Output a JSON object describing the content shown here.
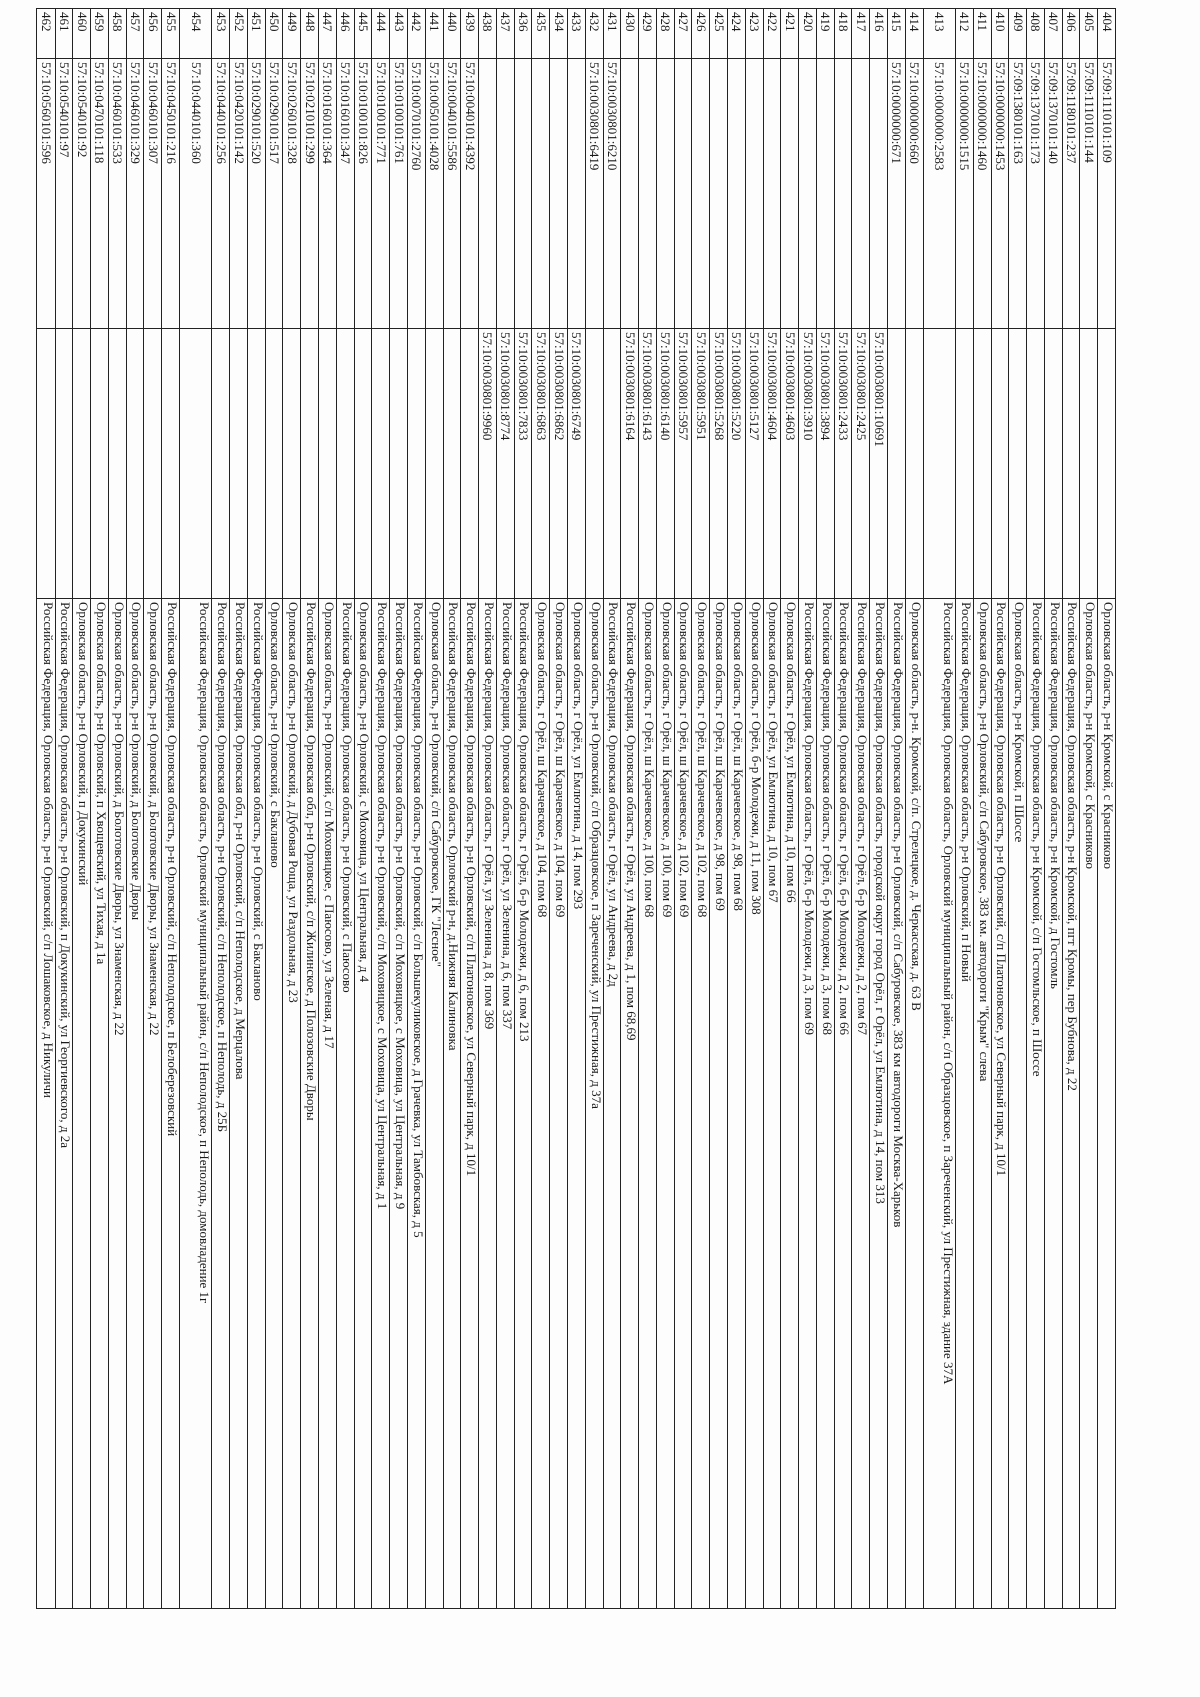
{
  "rows": [
    {
      "num": "404",
      "kn": "57:09:1110101:109",
      "kn2": "",
      "addr": "Орловская область, р-н Кромской, с Красниково"
    },
    {
      "num": "405",
      "kn": "57:09:1110101:144",
      "kn2": "",
      "addr": "Орловская область, р-н Кромской, с Красниково"
    },
    {
      "num": "406",
      "kn": "57:09:1180101:237",
      "kn2": "",
      "addr": "Российская Федерация, Орловская область, р-н Кромской, пгт Кромы, пер Бубнова, д 22"
    },
    {
      "num": "407",
      "kn": "57:09:1370101:140",
      "kn2": "",
      "addr": "Российская Федерация, Орловская область, р-н Кромской, д Гостомль"
    },
    {
      "num": "408",
      "kn": "57:09:1370101:173",
      "kn2": "",
      "addr": "Российская Федерация, Орловская область, р-н Кромской, с/п Гостомльское, п Шоссе"
    },
    {
      "num": "409",
      "kn": "57:09:1380101:163",
      "kn2": "",
      "addr": "Орловская область, р-н Кромской, п Шоссе"
    },
    {
      "num": "410",
      "kn": "57:10:0000000:1453",
      "kn2": "",
      "addr": "Российская Федерация, Орловская область, р-н Орловский, с/п Платоновское, ул Северный парк, д 10/1"
    },
    {
      "num": "411",
      "kn": "57:10:0000000:1460",
      "kn2": "",
      "addr": "Орловская область, р-н Орловский, с/п Сабуровское, 383 км. автодороги \"Крым\" слева"
    },
    {
      "num": "412",
      "kn": "57:10:0000000:1515",
      "kn2": "",
      "addr": "Российская Федерация, Орловская область, р-н Орловский, п Новый"
    },
    {
      "num": "413",
      "kn": "57:10:0000000:2583",
      "kn2": "",
      "addr": "Российская Федерация, Орловская область, Орловский муниципальный район, с/п Образцовское, п Зареченский, ул Престижная, здание 37А",
      "tall": true
    },
    {
      "num": "414",
      "kn": "57:10:0000000:660",
      "kn2": "",
      "addr": "Орловская область, р-н. Кромской, с/п. Стрелецкое, д. Черкасская, д. 63 В"
    },
    {
      "num": "415",
      "kn": "57:10:0000000:671",
      "kn2": "",
      "addr": "Российская Федерация, Орловская область, р-н Орловский, с/п Сабуровское, 383 км автодороги Москва-Харьков"
    },
    {
      "num": "416",
      "kn": "",
      "kn2": "57:10:0030801:10691",
      "addr": "Российская Федерация, Орловская область, городской округ город Орёл, г Орёл, ул Емлютина, д 14, пом 313"
    },
    {
      "num": "417",
      "kn": "",
      "kn2": "57:10:0030801:2425",
      "addr": "Российская Федерация, Орловская область, г Орёл, б-р Молодежи, д 2, пом 67"
    },
    {
      "num": "418",
      "kn": "",
      "kn2": "57:10:0030801:2433",
      "addr": "Российская Федерация, Орловская область, г Орёл, б-р Молодежи, д 2, пом 66"
    },
    {
      "num": "419",
      "kn": "",
      "kn2": "57:10:0030801:3894",
      "addr": "Российская Федерация, Орловская область, г Орёл, б-р Молодежи, д 3, пом 68"
    },
    {
      "num": "420",
      "kn": "",
      "kn2": "57:10:0030801:3910",
      "addr": "Российская Федерация, Орловская область, г Орёл, б-р Молодежи, д 3, пом 69"
    },
    {
      "num": "421",
      "kn": "",
      "kn2": "57:10:0030801:4603",
      "addr": "Орловская область, г Орёл, ул Емлютина, д 10, пом 66"
    },
    {
      "num": "422",
      "kn": "",
      "kn2": "57:10:0030801:4604",
      "addr": "Орловская область, г Орёл, ул Емлютина, д 10, пом 67"
    },
    {
      "num": "423",
      "kn": "",
      "kn2": "57:10:0030801:5127",
      "addr": "Орловская область, г Орёл, б-р Молодежи, д 11, пом 308"
    },
    {
      "num": "424",
      "kn": "",
      "kn2": "57:10:0030801:5220",
      "addr": "Орловская область, г Орёл, ш Карачевское, д 98, пом 68"
    },
    {
      "num": "425",
      "kn": "",
      "kn2": "57:10:0030801:5268",
      "addr": "Орловская область, г Орёл, ш Карачевское, д 98, пом 69"
    },
    {
      "num": "426",
      "kn": "",
      "kn2": "57:10:0030801:5951",
      "addr": "Орловская область, г Орёл, ш Карачевское, д 102, пом 68"
    },
    {
      "num": "427",
      "kn": "",
      "kn2": "57:10:0030801:5957",
      "addr": "Орловская область, г Орёл, ш Карачевское, д 102, пом 69"
    },
    {
      "num": "428",
      "kn": "",
      "kn2": "57:10:0030801:6140",
      "addr": "Орловская область, г Орёл, ш Карачевское, д 100, пом 69"
    },
    {
      "num": "429",
      "kn": "",
      "kn2": "57:10:0030801:6143",
      "addr": "Орловская область, г Орёл, ш Карачевское, д 100, пом 68"
    },
    {
      "num": "430",
      "kn": "",
      "kn2": "57:10:0030801:6164",
      "addr": "Российская Федерация, Орловская область, г Орёл, ул Андреева, д 1, пом 68,69"
    },
    {
      "num": "431",
      "kn": "57:10:0030801:6210",
      "kn2": "",
      "addr": "Российская Федерация, Орловская область, г Орёл, ул Андреева, д 2д"
    },
    {
      "num": "432",
      "kn": "57:10:0030801:6419",
      "kn2": "",
      "addr": "Орловская область, р-н Орловский, с/п Образцовское, п Зареченский, ул Престижная, д 37а"
    },
    {
      "num": "433",
      "kn": "",
      "kn2": "57:10:0030801:6749",
      "addr": "Орловская область, г Орёл, ул Емлютина, д 14, пом 293"
    },
    {
      "num": "434",
      "kn": "",
      "kn2": "57:10:0030801:6862",
      "addr": "Орловская область, г Орёл, ш Карачевское, д 104, пом 69"
    },
    {
      "num": "435",
      "kn": "",
      "kn2": "57:10:0030801:6863",
      "addr": "Орловская область, г Орёл, ш Карачевское, д 104, пом 68"
    },
    {
      "num": "436",
      "kn": "",
      "kn2": "57:10:0030801:7833",
      "addr": "Российская Федерация, Орловская область, г Орёл, б-р Молодежи, д 6, пом 213"
    },
    {
      "num": "437",
      "kn": "",
      "kn2": "57:10:0030801:8774",
      "addr": "Российская Федерация, Орловская область, г Орёл, ул Зеленина, д 6, пом 337"
    },
    {
      "num": "438",
      "kn": "",
      "kn2": "57:10:0030801:9960",
      "addr": "Российская Федерация, Орловская область, г Орёл, ул Зеленина, д 8, пом 369"
    },
    {
      "num": "439",
      "kn": "57:10:0040101:4392",
      "kn2": "",
      "addr": "Российская Федерация, Орловская область, р-н Орловский, с/п Платоновское, ул Северный парк, д 10/1"
    },
    {
      "num": "440",
      "kn": "57:10:0040101:5586",
      "kn2": "",
      "addr": "Российская Федерация, Орловская область, Орловский р-н, д.Нижняя Калиновка"
    },
    {
      "num": "441",
      "kn": "57:10:0050101:4028",
      "kn2": "",
      "addr": "Орловская область, р-н Орловский, с/п Сабуровское, ГК \"Лесное\""
    },
    {
      "num": "442",
      "kn": "57:10:0070101:2760",
      "kn2": "",
      "addr": "Российская Федерация, Орловская область, р-н Орловский, с/п Большекуликовское, д Грачевка, ул Тамбовская, д 5"
    },
    {
      "num": "443",
      "kn": "57:10:0100101:761",
      "kn2": "",
      "addr": "Российская Федерация, Орловская область, р-н Орловский, с/п Моховицкое, с Моховица, ул Центральная, д 9"
    },
    {
      "num": "444",
      "kn": "57:10:0100101:771",
      "kn2": "",
      "addr": "Российская Федерация, Орловская область, р-н Орловский, с/п Моховицкое, с Моховица, ул Центральная, д 1"
    },
    {
      "num": "445",
      "kn": "57:10:0100101:826",
      "kn2": "",
      "addr": "Орловская область, р-н Орловский, с Моховица, ул Центральная, д 4"
    },
    {
      "num": "446",
      "kn": "57:10:0160101:347",
      "kn2": "",
      "addr": "Российская Федерация, Орловская область, р-н Орловский, с Паюсово"
    },
    {
      "num": "447",
      "kn": "57:10:0160101:364",
      "kn2": "",
      "addr": "Орловская область, р-н Орловский, с/п Моховицкое, с Паюсово, ул Зеленая, д 17"
    },
    {
      "num": "448",
      "kn": "57:10:0210101:299",
      "kn2": "",
      "addr": "Российская Федерация, Орловская обл, р-н Орловский, с/п Жилинское, д Полозовские Дворы"
    },
    {
      "num": "449",
      "kn": "57:10:0260101:328",
      "kn2": "",
      "addr": "Орловская область, р-н Орловский, д Дубовая Роща, ул Раздольная, д 23"
    },
    {
      "num": "450",
      "kn": "57:10:0290101:517",
      "kn2": "",
      "addr": "Орловская область, р-н Орловский, с Бакланово"
    },
    {
      "num": "451",
      "kn": "57:10:0290101:520",
      "kn2": "",
      "addr": "Российская Федерация, Орловская область, р-н Орловский, с Бакланово"
    },
    {
      "num": "452",
      "kn": "57:10:0420101:142",
      "kn2": "",
      "addr": "Российская Федерация, Орловская обл, р-н Орловский, с/п Неполодское, д Мерцалова"
    },
    {
      "num": "453",
      "kn": "57:10:0440101:256",
      "kn2": "",
      "addr": "Российская Федерация, Орловская область, р-н Орловский, с/п Неполодское, п Неполодь, д 25Б"
    },
    {
      "num": "454",
      "kn": "57:10:0440101:360",
      "kn2": "",
      "addr": "Российская Федерация, Орловская область, Орловский муниципальный район, с/п Неполодское, п Неполодь, домовладение 1г",
      "tall": true
    },
    {
      "num": "455",
      "kn": "57:10:0450101:216",
      "kn2": "",
      "addr": "Российская Федерация, Орловская область, р-н Орловский, с/п Неполодское, п Белоберезовский"
    },
    {
      "num": "456",
      "kn": "57:10:0460101:307",
      "kn2": "",
      "addr": "Орловская область, р-н Орловский, д Болотовские Дворы, ул Знаменская, д 22"
    },
    {
      "num": "457",
      "kn": "57:10:0460101:329",
      "kn2": "",
      "addr": "Орловская область, р-н Орловский, д Болотовские Дворы"
    },
    {
      "num": "458",
      "kn": "57:10:0460101:533",
      "kn2": "",
      "addr": "Орловская область, р-н Орловский, д Болотовские Дворы, ул Знаменская, д 22"
    },
    {
      "num": "459",
      "kn": "57:10:0470101:118",
      "kn2": "",
      "addr": "Орловская область, р-н Орловский, п Хвощевский, ул Тихая, д 1а"
    },
    {
      "num": "460",
      "kn": "57:10:0540101:92",
      "kn2": "",
      "addr": "Орловская область, р-н Орловский, п Докукинский"
    },
    {
      "num": "461",
      "kn": "57:10:0540101:97",
      "kn2": "",
      "addr": "Российская Федерация, Орловская область, р-н Орловский, п Докукинский, ул Георгиевского, д 2а"
    },
    {
      "num": "462",
      "kn": "57:10:0560101:596",
      "kn2": "",
      "addr": "Российская Федерация, Орловская область, р-н Орловский, с/п Лошаковское, д Никуличи"
    }
  ]
}
